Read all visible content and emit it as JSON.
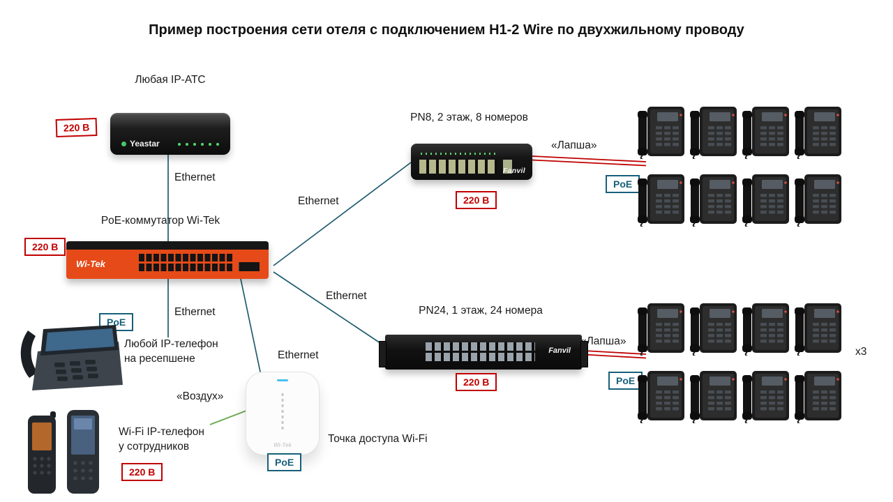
{
  "title": "Пример построения сети отеля с подключением H1-2 Wire по двухжильному проводу",
  "badges": {
    "power": "220 В",
    "poe": "PoE"
  },
  "links": {
    "ethernet": "Ethernet",
    "lapsha": "«Лапша»",
    "air": "«Воздух»"
  },
  "nodes": {
    "pbx": {
      "label": "Любая IP-АТС",
      "brand": "Yeastar"
    },
    "core_switch": {
      "label": "PoE-коммутатор Wi-Tek",
      "brand": "Wi-Tek"
    },
    "pn8": {
      "label": "PN8, 2 этаж, 8 номеров",
      "brand": "Fanvil"
    },
    "pn24": {
      "label": "PN24, 1 этаж, 24 номера",
      "brand": "Fanvil"
    },
    "reception_phone": {
      "label": "Любой IP-телефон\nна ресепшене"
    },
    "wifi_phone": {
      "label": "Wi-Fi IP-телефон\nу сотрудников"
    },
    "access_point": {
      "label": "Точка доступа Wi-Fi",
      "brand": "Wi-Tek"
    }
  },
  "multiplier": "x3",
  "colors": {
    "wire": "#1f5c6d",
    "power": "#c00000",
    "poe": "#17607a",
    "lapsha": "#c00000",
    "air": "#6aa84f"
  }
}
